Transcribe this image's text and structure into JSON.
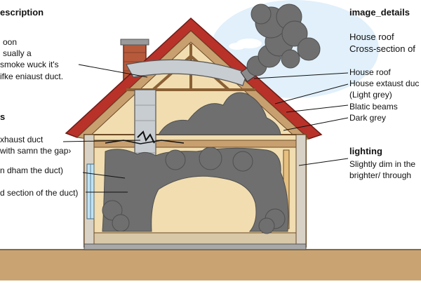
{
  "left_panel": {
    "header": "escription",
    "lines": [
      "oon",
      "sually a",
      "smoke wuck it's",
      "ifke eniaust duct."
    ],
    "section_header": "s",
    "callouts": [
      "xhaust duct",
      "with samn the gap›",
      "n dham the duct)",
      "d section of the duct)"
    ]
  },
  "right_panel": {
    "header": "image_details",
    "top_lines": [
      "House roof",
      "Cross-section of"
    ],
    "callouts": [
      "House roof",
      "House extaust duc",
      "(Light grey)",
      "Blatic beams",
      "Dark grey"
    ],
    "lighting_header": "lighting",
    "lighting_lines": [
      "Slightly dim in the",
      "brighter/ through"
    ]
  },
  "colors": {
    "roof_red": "#b8322a",
    "wall_tan": "#f1ddb0",
    "smoke": "#6f6f6f",
    "smoke_dark": "#4f4f4f",
    "sky": "#d9ecfa",
    "ground": "#c9a472",
    "chimney": "#b75a3c",
    "duct": "#c8cdd2"
  },
  "icons": [
    "house-illustration",
    "smoke-plume",
    "exhaust-duct",
    "chimney",
    "window"
  ]
}
